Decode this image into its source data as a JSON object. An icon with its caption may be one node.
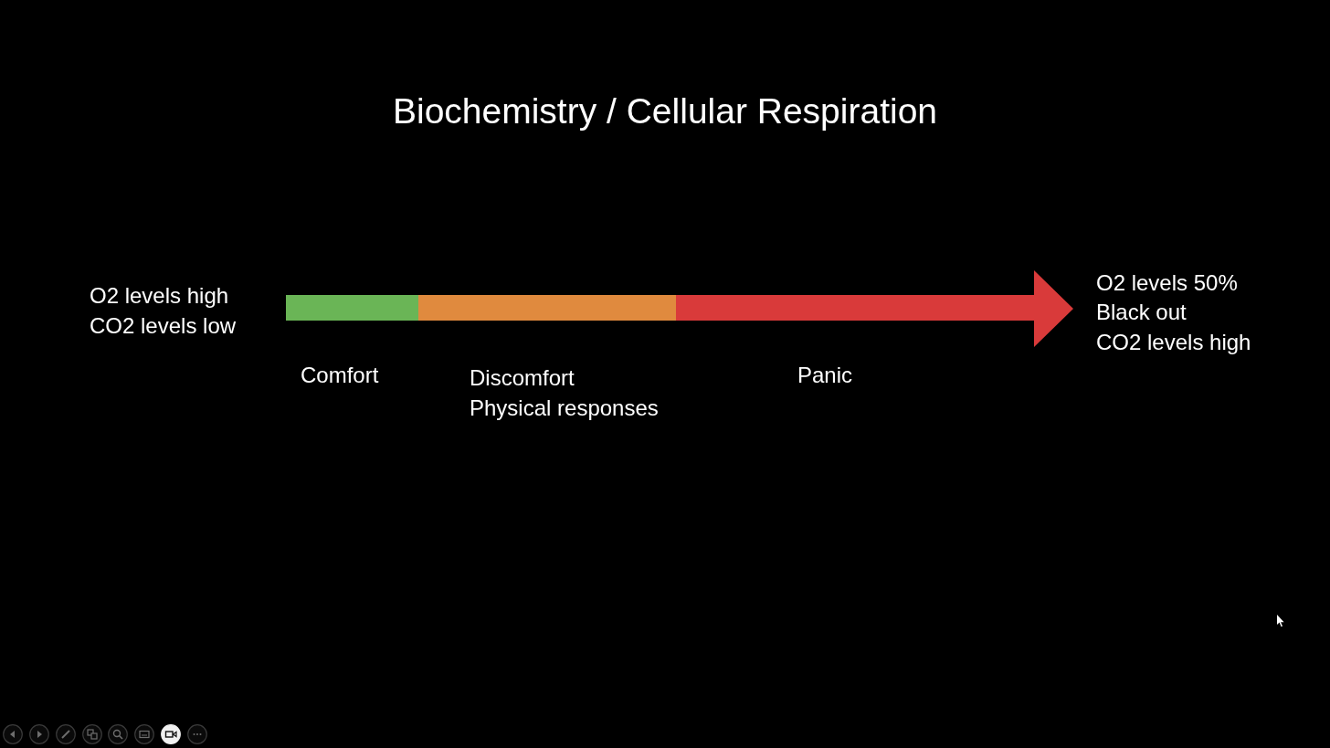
{
  "diagram": {
    "title": "Biochemistry / Cellular Respiration",
    "nodes": [
      {
        "text": [],
        "shape": "bar",
        "beside": [
          "Comfort"
        ]
      },
      {
        "text": [],
        "shape": "bar",
        "beside": [
          "Discomfort",
          "Physical responses"
        ]
      },
      {
        "text": [],
        "shape": "arrow",
        "beside": [
          "Panic"
        ]
      }
    ],
    "labels": [
      "O2 levels high",
      "CO2 levels low",
      "O2 levels 50%",
      "Black out",
      "CO2 levels high"
    ]
  }
}
